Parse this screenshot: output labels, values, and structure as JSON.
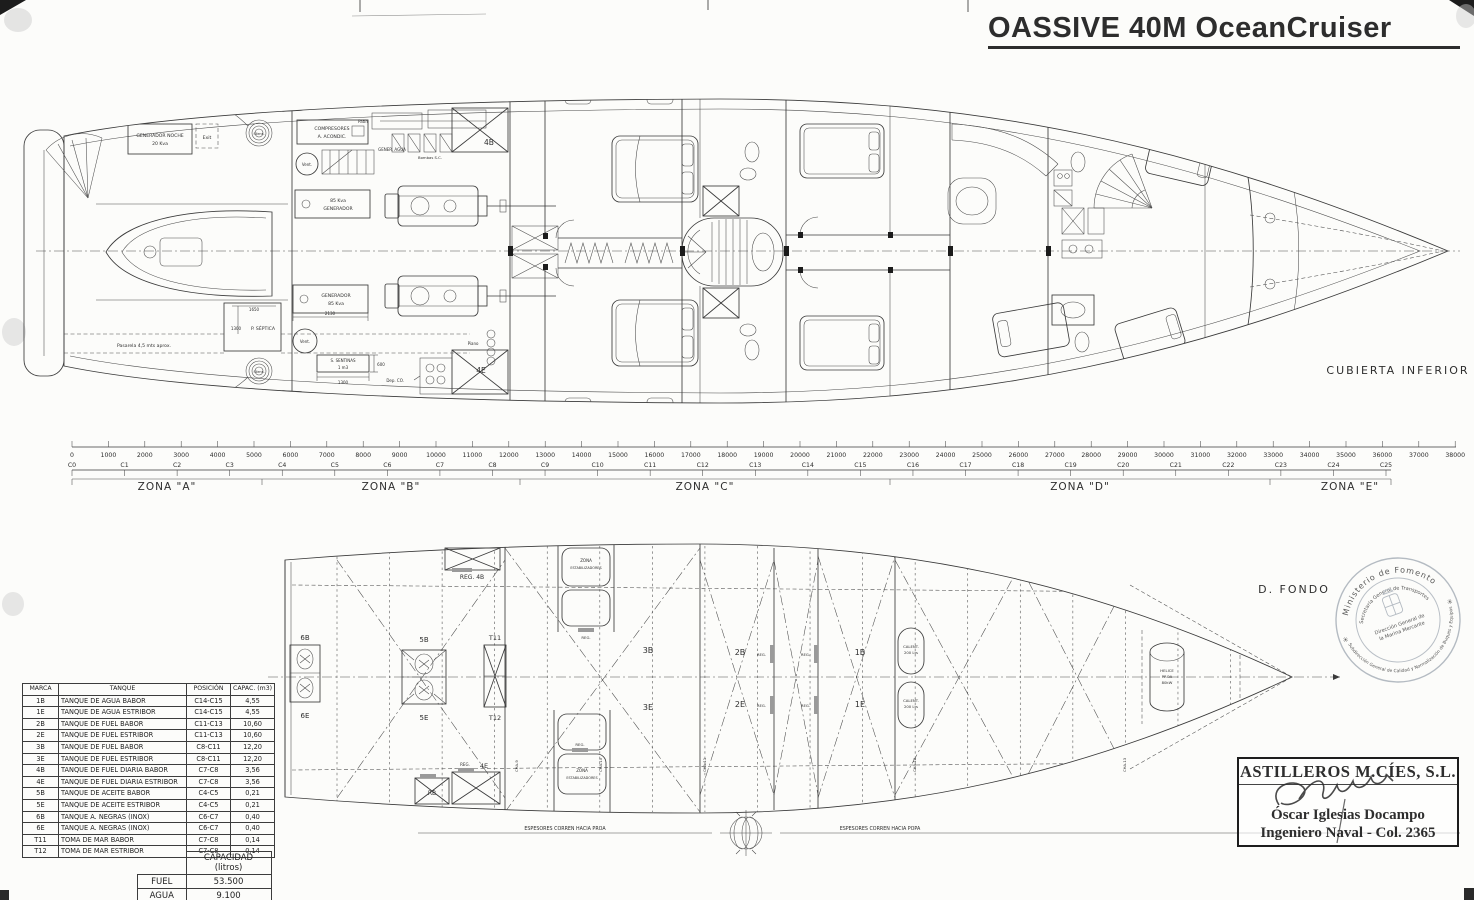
{
  "title": "OASSIVE 40M OceanCruiser",
  "upper_plan": {
    "deck_label": "CUBIERTA  INFERIOR",
    "labels": {
      "generador_noche_1": "GENERADOR NOCHE",
      "generador_noche_2": "20 Kva",
      "exit": "Exit",
      "silens": "Silens.",
      "vent": "Vent.",
      "compresores_1": "COMPRESORES",
      "compresores_2": "A. ACONDIC.",
      "patin": "Patín",
      "gener_agua": "GENER. AGUA",
      "bombas_sc": "Bombas S.C.",
      "tank_4b": "4B",
      "tank_4e": "4E",
      "gen85_1": "85 Kva",
      "gen85_2": "GENERADOR",
      "gen85b_1": "GENERADOR",
      "gen85b_2": "85 Kva",
      "dim_2130": "2130",
      "dim_1650": "1650",
      "dim_1300": "1300",
      "septica": "P. SÉPTICA",
      "pasarela": "Pasarela 4,5 mts aprox.",
      "sentinas_1": "S. SENTINAS",
      "sentinas_2": "1 m3",
      "dim_600": "600",
      "dim_1300b": "1300",
      "dep_co": "Dep. CO.",
      "piano": "Piano"
    }
  },
  "ruler": {
    "mm_labels": [
      0,
      1000,
      2000,
      3000,
      4000,
      5000,
      6000,
      7000,
      8000,
      9000,
      10000,
      11000,
      12000,
      13000,
      14000,
      15000,
      16000,
      17000,
      18000,
      19000,
      20000,
      21000,
      22000,
      23000,
      24000,
      25000,
      26000,
      27000,
      28000,
      29000,
      30000,
      31000,
      32000,
      33000,
      34000,
      35000,
      36000,
      37000,
      38000
    ],
    "frames": [
      "C0",
      "C1",
      "C2",
      "C3",
      "C4",
      "C5",
      "C6",
      "C7",
      "C8",
      "C9",
      "C10",
      "C11",
      "C12",
      "C13",
      "C14",
      "C15",
      "C16",
      "C17",
      "C18",
      "C19",
      "C20",
      "C21",
      "C22",
      "C23",
      "C24",
      "C25"
    ],
    "zones": [
      {
        "label": "ZONA  \"A\""
      },
      {
        "label": "ZONA  \"B\""
      },
      {
        "label": "ZONA  \"C\""
      },
      {
        "label": "ZONA  \"D\""
      },
      {
        "label": "ZONA  \"E\""
      }
    ]
  },
  "lower_plan": {
    "deck_label": "D.  FONDO",
    "labels": {
      "reg_4b": "REG. 4B",
      "reg": "REG.",
      "rb": "RB",
      "tank_4e": "4E",
      "t11": "T11",
      "t12": "T12",
      "tk5b": "5B",
      "tk5e": "5E",
      "tk6b": "6B",
      "tk6e": "6E",
      "tk3b": "3B",
      "tk3e": "3E",
      "tk2b": "2B",
      "tk2e": "2E",
      "tk1b": "1B",
      "tk1e": "1E",
      "zona_estab_1": "ZONA",
      "zona_estab_2": "ESTABILIZADORES",
      "calent_1": "CALENT.",
      "calent_2": "200 Lts",
      "helice_1": "HELICE",
      "helice_2": "PROA",
      "helice_3": "80kW",
      "espesores_proa": "ESPESORES  CORREN  HACIA  PROA",
      "espesores_popa": "ESPESORES  CORREN  HACIA  POPA"
    },
    "frame_tags": [
      "CHA-9",
      "CHA-10",
      "CHA-11",
      "CHA-12",
      "CHA-13"
    ]
  },
  "stamp": {
    "line_top": "Ministerio de Fomento",
    "line_inner": "Secretaría General de Transportes",
    "line_center_1": "Dirección General de",
    "line_center_2": "la Marina Mercante",
    "line_bottom": "Subdirección General de Calidad y Normalización de Buques y Equipos"
  },
  "signature_block": {
    "company": "ASTILLEROS M.CÍES, S.L.",
    "name": "Óscar Iglesias Docampo",
    "credential": "Ingeniero Naval - Col. 2365"
  },
  "tank_table": {
    "headers": [
      "MARCA",
      "TANQUE",
      "POSICIÓN",
      "CAPAC. (m3)"
    ],
    "rows": [
      [
        "1B",
        "TANQUE DE AGUA BABOR",
        "C14-C15",
        "4,55"
      ],
      [
        "1E",
        "TANQUE DE AGUA ESTRIBOR",
        "C14-C15",
        "4,55"
      ],
      [
        "2B",
        "TANQUE DE FUEL BABOR",
        "C11-C13",
        "10,60"
      ],
      [
        "2E",
        "TANQUE DE FUEL ESTRIBOR",
        "C11-C13",
        "10,60"
      ],
      [
        "3B",
        "TANQUE DE FUEL BABOR",
        "C8-C11",
        "12,20"
      ],
      [
        "3E",
        "TANQUE DE FUEL ESTRIBOR",
        "C8-C11",
        "12,20"
      ],
      [
        "4B",
        "TANQUE DE FUEL DIARIA BABOR",
        "C7-C8",
        "3,56"
      ],
      [
        "4E",
        "TANQUE DE FUEL DIARIA ESTRIBOR",
        "C7-C8",
        "3,56"
      ],
      [
        "5B",
        "TANQUE DE ACEITE BABOR",
        "C4-C5",
        "0,21"
      ],
      [
        "5E",
        "TANQUE DE ACEITE ESTRIBOR",
        "C4-C5",
        "0,21"
      ],
      [
        "6B",
        "TANQUE A. NEGRAS (INOX)",
        "C6-C7",
        "0,40"
      ],
      [
        "6E",
        "TANQUE A. NEGRAS (INOX)",
        "C6-C7",
        "0,40"
      ],
      [
        "T11",
        "TOMA DE MAR BABOR",
        "C7-C8",
        "0,14"
      ],
      [
        "T12",
        "TOMA DE MAR ESTRIBOR",
        "C7-C8",
        "0,14"
      ]
    ]
  },
  "capacity_table": {
    "header": "CAPACIDAD  (litros)",
    "rows": [
      [
        "FUEL",
        "53.500"
      ],
      [
        "AGUA",
        "9.100"
      ]
    ]
  }
}
